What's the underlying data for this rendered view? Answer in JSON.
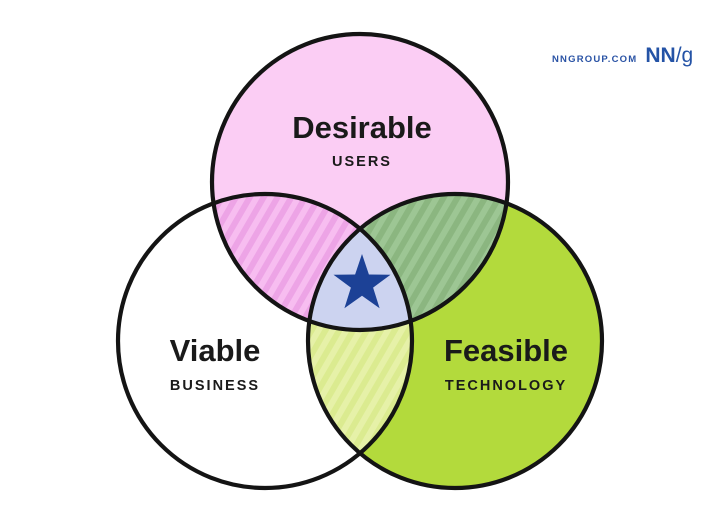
{
  "header": {
    "logo": {
      "site_text": "NNGROUP.COM",
      "brand_nn": "NN",
      "brand_slash_g": "/g",
      "color": "#2a53a5"
    }
  },
  "diagram": {
    "type": "venn-3-circle",
    "circles": [
      {
        "id": "desirable",
        "label": "Desirable",
        "sublabel": "USERS",
        "fill": "#fbcdf4"
      },
      {
        "id": "viable",
        "label": "Viable",
        "sublabel": "BUSINESS",
        "fill": "#ffffff"
      },
      {
        "id": "feasible",
        "label": "Feasible",
        "sublabel": "TECHNOLOGY",
        "fill": "#b3da3c"
      }
    ],
    "overlaps": {
      "desirable_viable": {
        "base": "#f7bdf0",
        "stripe": "#eda4e6"
      },
      "desirable_feasible": {
        "base": "#9dc694",
        "stripe": "#8bb680"
      },
      "viable_feasible": {
        "base": "#e6f1a8",
        "stripe": "#dbeb90"
      }
    },
    "center": {
      "symbol": "star",
      "fill": "#ccd3f0",
      "star_color": "#1c4196"
    },
    "outline_color": "#141414",
    "text_color": "#1a1a1a"
  }
}
